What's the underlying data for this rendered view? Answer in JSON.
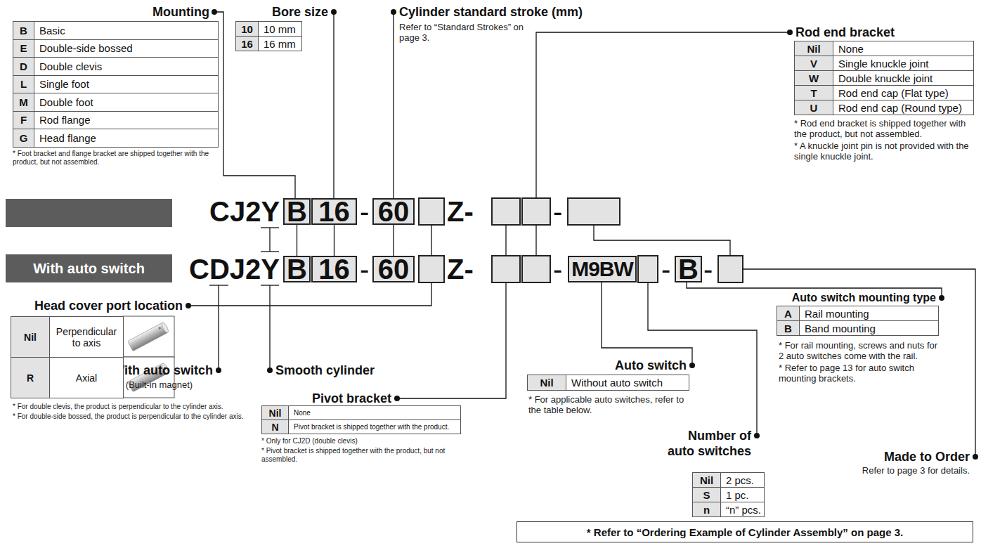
{
  "diagram": {
    "nodes": [
      {
        "text": [
          "B"
        ]
      },
      {
        "text": [
          "16"
        ]
      },
      {
        "text": [
          "60"
        ]
      },
      {
        "text": [
          "With auto switch"
        ]
      },
      {
        "text": [
          "B"
        ]
      },
      {
        "text": [
          "16"
        ]
      },
      {
        "text": [
          "60"
        ]
      },
      {
        "text": [
          "M9BW"
        ]
      },
      {
        "text": [
          "B"
        ]
      },
      {
        "text": [
          "* Refer to “Ordering Example of Cylinder Assembly” on page 3."
        ]
      }
    ],
    "edges": [
      {
        "from": 0,
        "to": 4,
        "arrow": "none"
      },
      {
        "from": 1,
        "to": 5,
        "arrow": "none"
      },
      {
        "from": 2,
        "to": 6,
        "arrow": "none"
      }
    ],
    "labels": [
      "Mounting",
      "B",
      "Basic",
      "E",
      "Double-side bossed",
      "D",
      "Double clevis",
      "L",
      "Single foot",
      "M",
      "Double foot",
      "F",
      "Rod flange",
      "G",
      "Head flange",
      "* Foot bracket and flange bracket are shipped together with the product, but not assembled.",
      "Bore size",
      "10",
      "10 mm",
      "16",
      "16 mm",
      "Cylinder standard stroke (mm)",
      "Refer to “Standard Strokes” on page 3.",
      "Rod end bracket",
      "Nil",
      "None",
      "V",
      "Single knuckle joint",
      "W",
      "Double knuckle joint",
      "T",
      "Rod end cap (Flat type)",
      "U",
      "Rod end cap (Round type)",
      "* Rod end bracket is shipped together with the product, but not assembled.",
      "* A knuckle joint pin is not provided with the single knuckle joint.",
      "CJ2Y",
      "-",
      "Z-",
      "-",
      "CDJ2Y",
      "-",
      "Z-",
      "-",
      "-",
      "-",
      "With auto switch",
      "(Built-in magnet)",
      "Smooth cylinder",
      "Head cover port location",
      "Nil",
      "Perpendicular to axis",
      "R",
      "Axial",
      "* For double clevis, the product is perpendicular to the cylinder axis.",
      "* For double-side bossed, the product is perpendicular to the cylinder axis.",
      "Pivot bracket",
      "Nil",
      "None",
      "N",
      "Pivot bracket is shipped together with the product.",
      "* Only for CJ2D (double clevis)",
      "* Pivot bracket is shipped together with the product, but not assembled.",
      "Auto switch",
      "Nil",
      "Without auto switch",
      "* For applicable auto switches, refer to the table below.",
      "Auto switch mounting type",
      "A",
      "Rail mounting",
      "B",
      "Band mounting",
      "* For rail mounting, screws and nuts for 2 auto switches come with the rail.",
      "* Refer to page 13 for auto switch mounting brackets.",
      "Number of auto switches",
      "Nil",
      "2 pcs.",
      "S",
      "1 pc.",
      "n",
      "“n” pcs.",
      "Made to Order",
      "Refer to page 3 for details."
    ]
  }
}
